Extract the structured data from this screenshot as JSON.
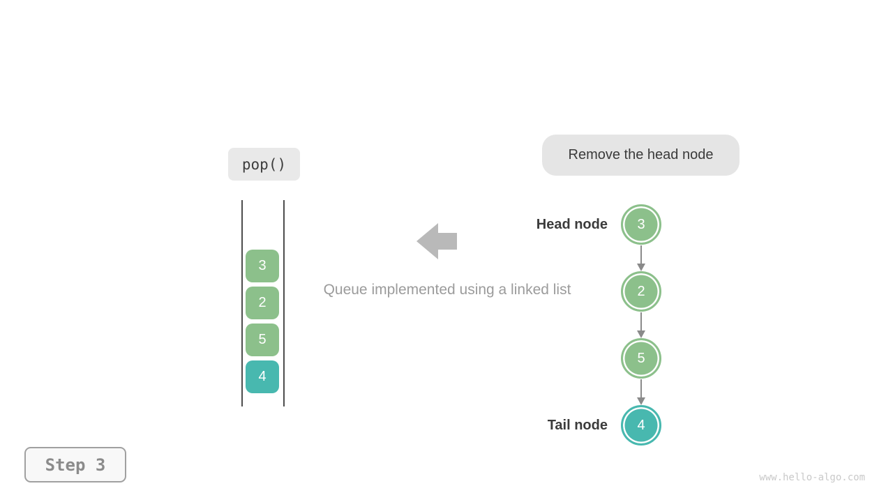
{
  "diagram": {
    "operation_label": "pop()",
    "annotation": "Remove the head node",
    "caption": "Queue implemented using a linked list",
    "step_label": "Step 3",
    "watermark": "www.hello-algo.com",
    "queue": {
      "blocks": [
        {
          "value": "3",
          "color": "#8cc08b"
        },
        {
          "value": "2",
          "color": "#8cc08b"
        },
        {
          "value": "5",
          "color": "#8cc08b"
        },
        {
          "value": "4",
          "color": "#48b8af"
        }
      ]
    },
    "linked_list": {
      "head_label": "Head node",
      "tail_label": "Tail node",
      "nodes": [
        {
          "value": "3",
          "color": "#8cc08b",
          "role": "head"
        },
        {
          "value": "2",
          "color": "#8cc08b",
          "role": ""
        },
        {
          "value": "5",
          "color": "#8cc08b",
          "role": ""
        },
        {
          "value": "4",
          "color": "#48b8af",
          "role": "tail"
        }
      ]
    },
    "colors": {
      "node_green": "#8cc08b",
      "node_teal": "#48b8af",
      "label_background": "#e5e5e5",
      "big_arrow_gray": "#b9b9b9",
      "connector_gray": "#8a8a8a",
      "dark_text": "#3b3b3b",
      "caption_gray": "#9b9b9b",
      "watermark_gray": "#c9c9c9"
    }
  }
}
